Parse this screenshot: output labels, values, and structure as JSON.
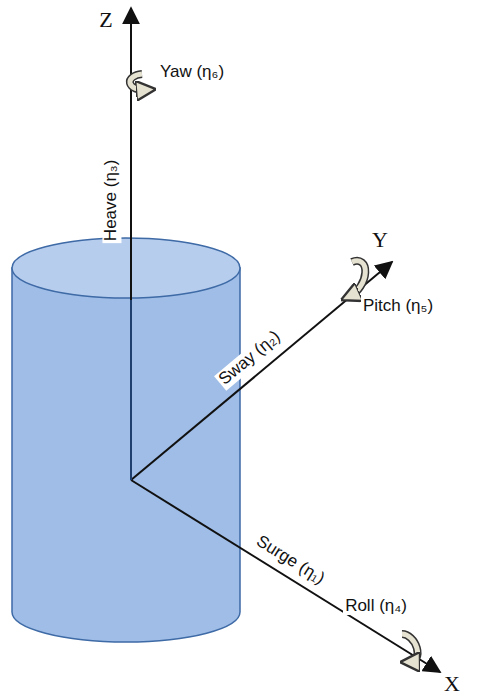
{
  "diagram": {
    "labels": [
      "Z",
      "Yaw (η₆)",
      "Heave (η₃)",
      "Y",
      "Sway (η₂)",
      "Pitch (η₅)",
      "Surge (η₁)",
      "Roll (η₄)",
      "X"
    ]
  }
}
